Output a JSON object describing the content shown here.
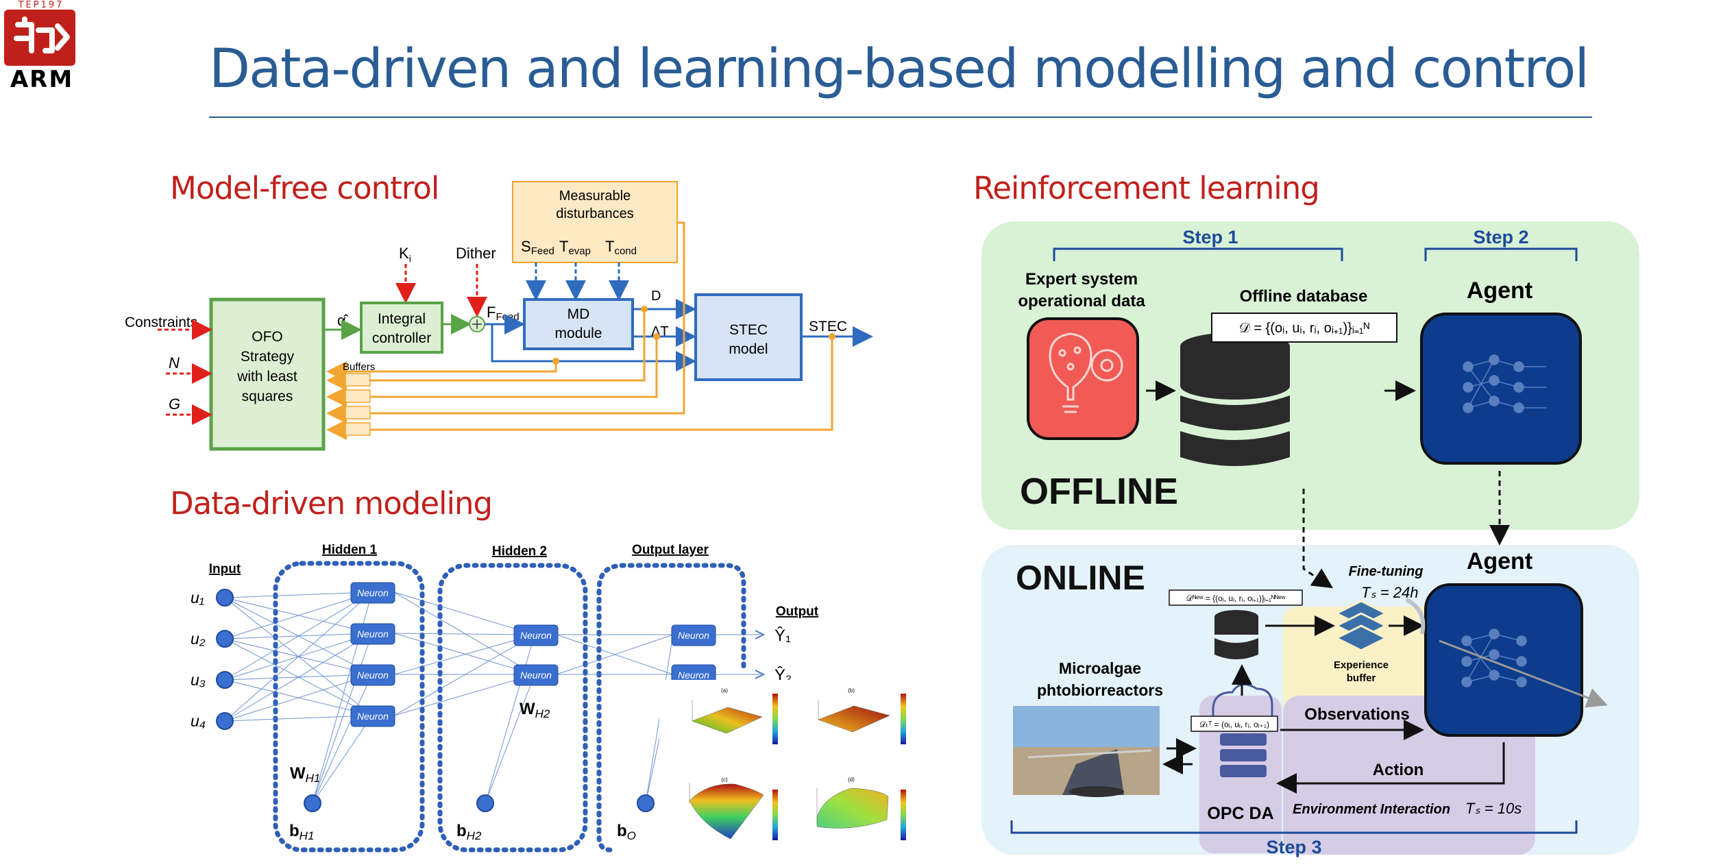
{
  "logo": {
    "top_text": "TEP197",
    "text": "ARM"
  },
  "slide": {
    "title": "Data-driven and learning-based modelling and control"
  },
  "model_free": {
    "heading": "Model-free control",
    "disturbances": [
      "Measurable",
      "disturbances"
    ],
    "s_feed": "S",
    "s_feed_sub": "Feed",
    "t_evap": "T",
    "t_evap_sub": "evap",
    "t_cond": "T",
    "t_cond_sub": "cond",
    "ki": "K",
    "ki_sub": "i",
    "dither": "Dither",
    "constraints": "Constraints",
    "n": "N",
    "g": "G",
    "ofo": [
      "OFO",
      "Strategy",
      "with least",
      "squares"
    ],
    "alpha": "α̂",
    "integral": [
      "Integral",
      "controller"
    ],
    "f_feed": "F",
    "f_feed_sub": "Feed",
    "md": [
      "MD",
      "module"
    ],
    "d": "D",
    "delta_t": "ΔT",
    "stec_model": [
      "STEC",
      "model"
    ],
    "stec": "STEC",
    "buffers": "Buffers"
  },
  "data_driven": {
    "heading": "Data-driven modeling",
    "input": "Input",
    "hidden1": "Hidden 1",
    "hidden2": "Hidden 2",
    "output_layer": "Output layer",
    "output": "Output",
    "inputs": [
      "u₁",
      "u₂",
      "u₃",
      "u₄"
    ],
    "neuron": "Neuron",
    "y1": "Ŷ₁",
    "y2": "Ŷ₂",
    "wh1": "W",
    "wh1_sub": "H1",
    "wh2": "W",
    "wh2_sub": "H2",
    "bh1": "b",
    "bh1_sub": "H1",
    "bh2": "b",
    "bh2_sub": "H2",
    "bo": "b",
    "bo_sub": "O",
    "panels": [
      "(a)",
      "(b)",
      "(c)",
      "(d)"
    ]
  },
  "rl": {
    "heading": "Reinforcement learning",
    "step1": "Step 1",
    "step2": "Step 2",
    "step3": "Step 3",
    "expert": [
      "Expert system",
      "operational data"
    ],
    "offline_db": "Offline database",
    "dataset": "𝒟 = {(oᵢ, uᵢ, rᵢ, oᵢ₊₁)}ᵢ₌₁ᴺ",
    "agent": "Agent",
    "offline": "OFFLINE",
    "online": "ONLINE",
    "fine_tuning": "Fine-tuning",
    "ts24": "Tₛ = 24h",
    "new_dataset": "𝒟ᴺᵉʷ = {(oᵢ, uᵢ, rᵢ, oᵢ₊₁)}ᵢ₌₁ᴺᴺᵉʷ",
    "experience": [
      "Experience",
      "buffer"
    ],
    "microalgae": [
      "Microalgae",
      "phtobiorreactors"
    ],
    "observations": "Observations",
    "action": "Action",
    "dt_dataset": "𝒟ₜᵀ = (oᵢ, uᵢ, rᵢ, oᵢ₊₁)",
    "opc": "OPC DA",
    "env": "Environment Interaction",
    "ts10": "Tₛ = 10s"
  },
  "colors": {
    "title_blue": "#2a5c94",
    "heading_red": "#c0201b",
    "ofo_green": "#5aa347",
    "block_blue": "#2f6bbf",
    "signal_orange": "#f2a531",
    "offline_bg": "#d9f2d6",
    "online_bg": "#e4f2fa",
    "agent_navy": "#0d3c8c",
    "expert_red": "#f15a55"
  }
}
